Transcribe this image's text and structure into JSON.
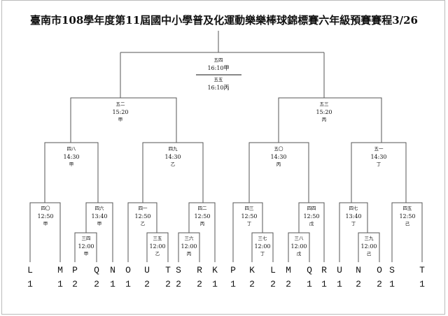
{
  "title": "臺南市108學年度第11屆國中小學普及化運動樂樂棒球錦標賽六年級預賽賽程3/26",
  "final": [
    {
      "code": "五四",
      "time": "16:10甲"
    },
    {
      "code": "五五",
      "time": "16:10丙"
    }
  ],
  "semis": [
    {
      "code": "五二",
      "time": "15:20",
      "court": "甲"
    },
    {
      "code": "五三",
      "time": "15:20",
      "court": "丙"
    }
  ],
  "quarters": [
    {
      "code": "四八",
      "time": "14:30",
      "court": "甲"
    },
    {
      "code": "四九",
      "time": "14:30",
      "court": "乙"
    },
    {
      "code": "五〇",
      "time": "14:30",
      "court": "丙"
    },
    {
      "code": "五一",
      "time": "14:30",
      "court": "丁"
    }
  ],
  "round2": [
    {
      "code": "四〇",
      "time": "12:50",
      "court": "甲"
    },
    {
      "code": "四六",
      "time": "13:40",
      "court": "甲"
    },
    {
      "code": "四一",
      "time": "12:50",
      "court": "乙"
    },
    {
      "code": "四二",
      "time": "12:50",
      "court": "丙"
    },
    {
      "code": "四三",
      "time": "12:50",
      "court": "丁"
    },
    {
      "code": "四四",
      "time": "12:50",
      "court": "戊"
    },
    {
      "code": "四七",
      "time": "13:40",
      "court": "丁"
    },
    {
      "code": "四五",
      "time": "12:50",
      "court": "己"
    }
  ],
  "round1": [
    {
      "code": "三四",
      "time": "12:00",
      "court": "甲"
    },
    {
      "code": "三五",
      "time": "12:00",
      "court": "乙"
    },
    {
      "code": "三六",
      "time": "12:00",
      "court": "丙"
    },
    {
      "code": "三七",
      "time": "12:00",
      "court": "丁"
    },
    {
      "code": "三八",
      "time": "12:00",
      "court": "戊"
    },
    {
      "code": "三九",
      "time": "12:00",
      "court": "己"
    }
  ],
  "teams": [
    {
      "g": "L",
      "n": "1"
    },
    {
      "g": "M",
      "n": "1"
    },
    {
      "g": "P",
      "n": "2"
    },
    {
      "g": "Q",
      "n": "2"
    },
    {
      "g": "N",
      "n": "1"
    },
    {
      "g": "O",
      "n": "1"
    },
    {
      "g": "U",
      "n": "2"
    },
    {
      "g": "T",
      "n": "2"
    },
    {
      "g": "S",
      "n": "2"
    },
    {
      "g": "R",
      "n": "2"
    },
    {
      "g": "K",
      "n": "1"
    },
    {
      "g": "P",
      "n": "1"
    },
    {
      "g": "K",
      "n": "2"
    },
    {
      "g": "L",
      "n": "2"
    },
    {
      "g": "M",
      "n": "2"
    },
    {
      "g": "Q",
      "n": "1"
    },
    {
      "g": "R",
      "n": "1"
    },
    {
      "g": "U",
      "n": "1"
    },
    {
      "g": "N",
      "n": "2"
    },
    {
      "g": "O",
      "n": "2"
    },
    {
      "g": "S",
      "n": "1"
    },
    {
      "g": "T",
      "n": "1"
    }
  ]
}
